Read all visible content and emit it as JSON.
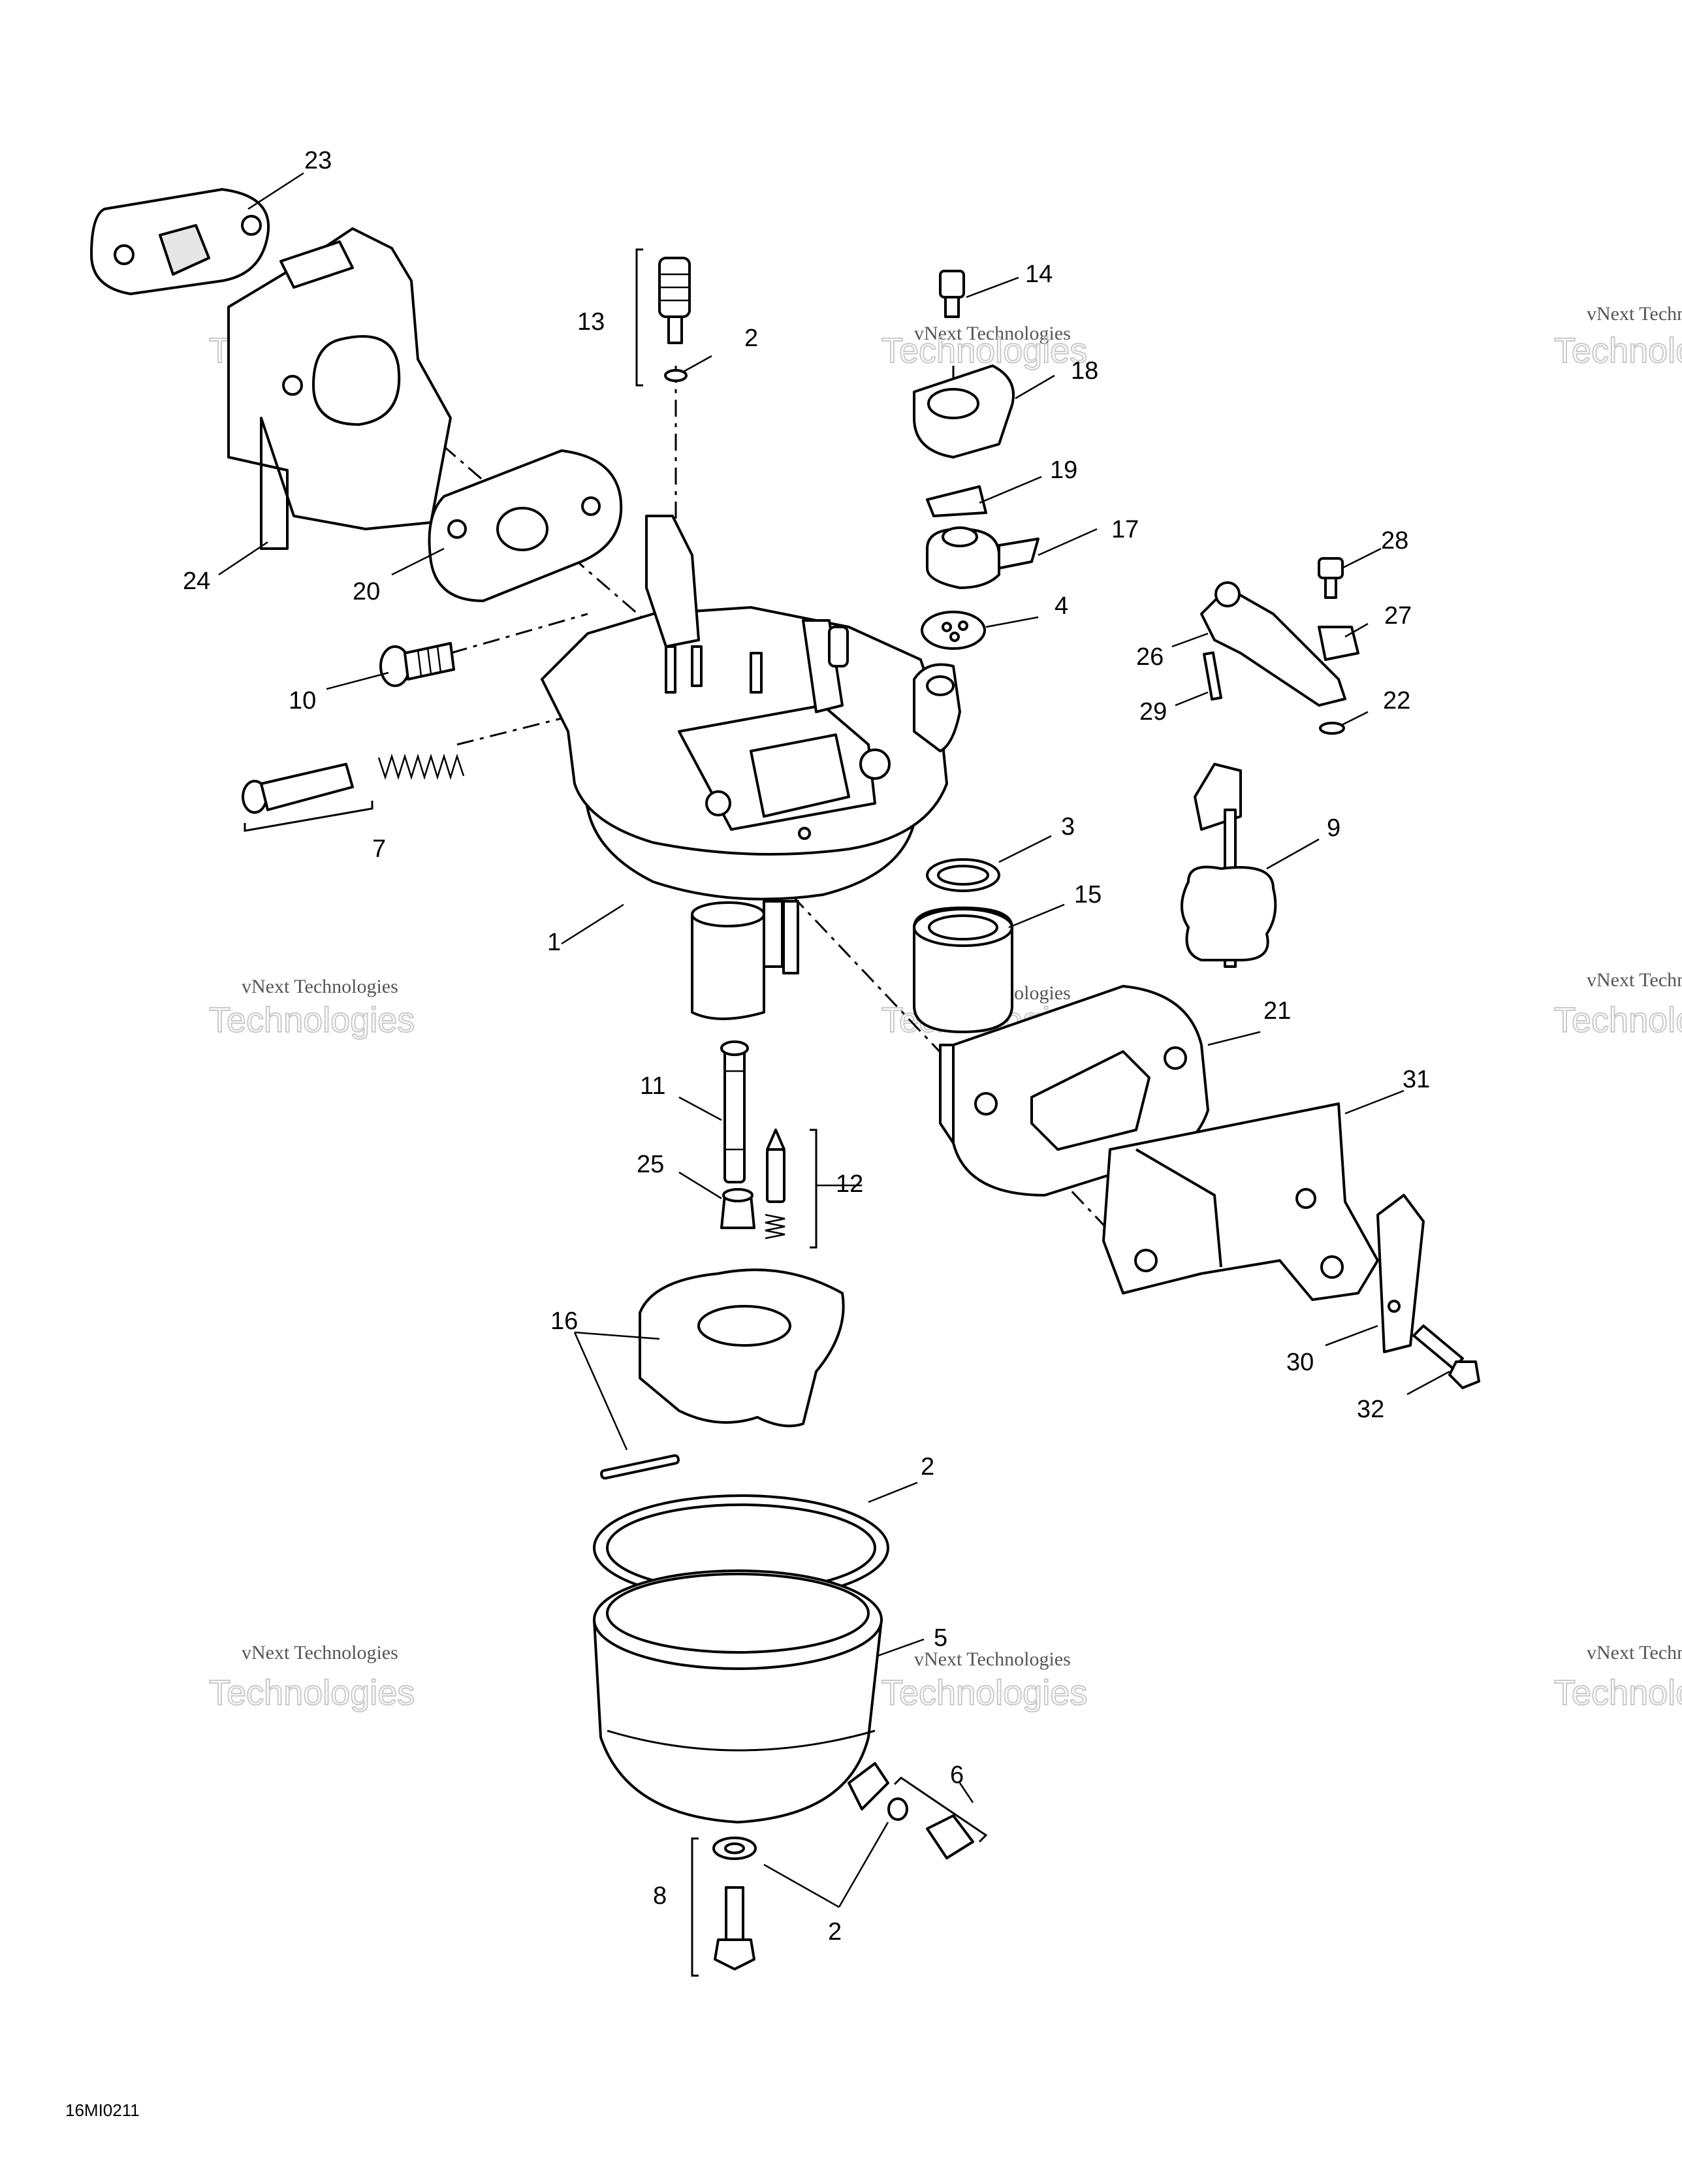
{
  "drawing_code": "16MI0211",
  "watermark": {
    "line1": "vNext Technologies",
    "line2": "Technologies"
  },
  "callouts": [
    "23",
    "13",
    "2",
    "14",
    "18",
    "19",
    "17",
    "4",
    "24",
    "20",
    "10",
    "7",
    "28",
    "27",
    "26",
    "22",
    "29",
    "9",
    "3",
    "15",
    "1",
    "21",
    "31",
    "11",
    "25",
    "12",
    "30",
    "32",
    "16",
    "2",
    "5",
    "6",
    "8",
    "2"
  ]
}
